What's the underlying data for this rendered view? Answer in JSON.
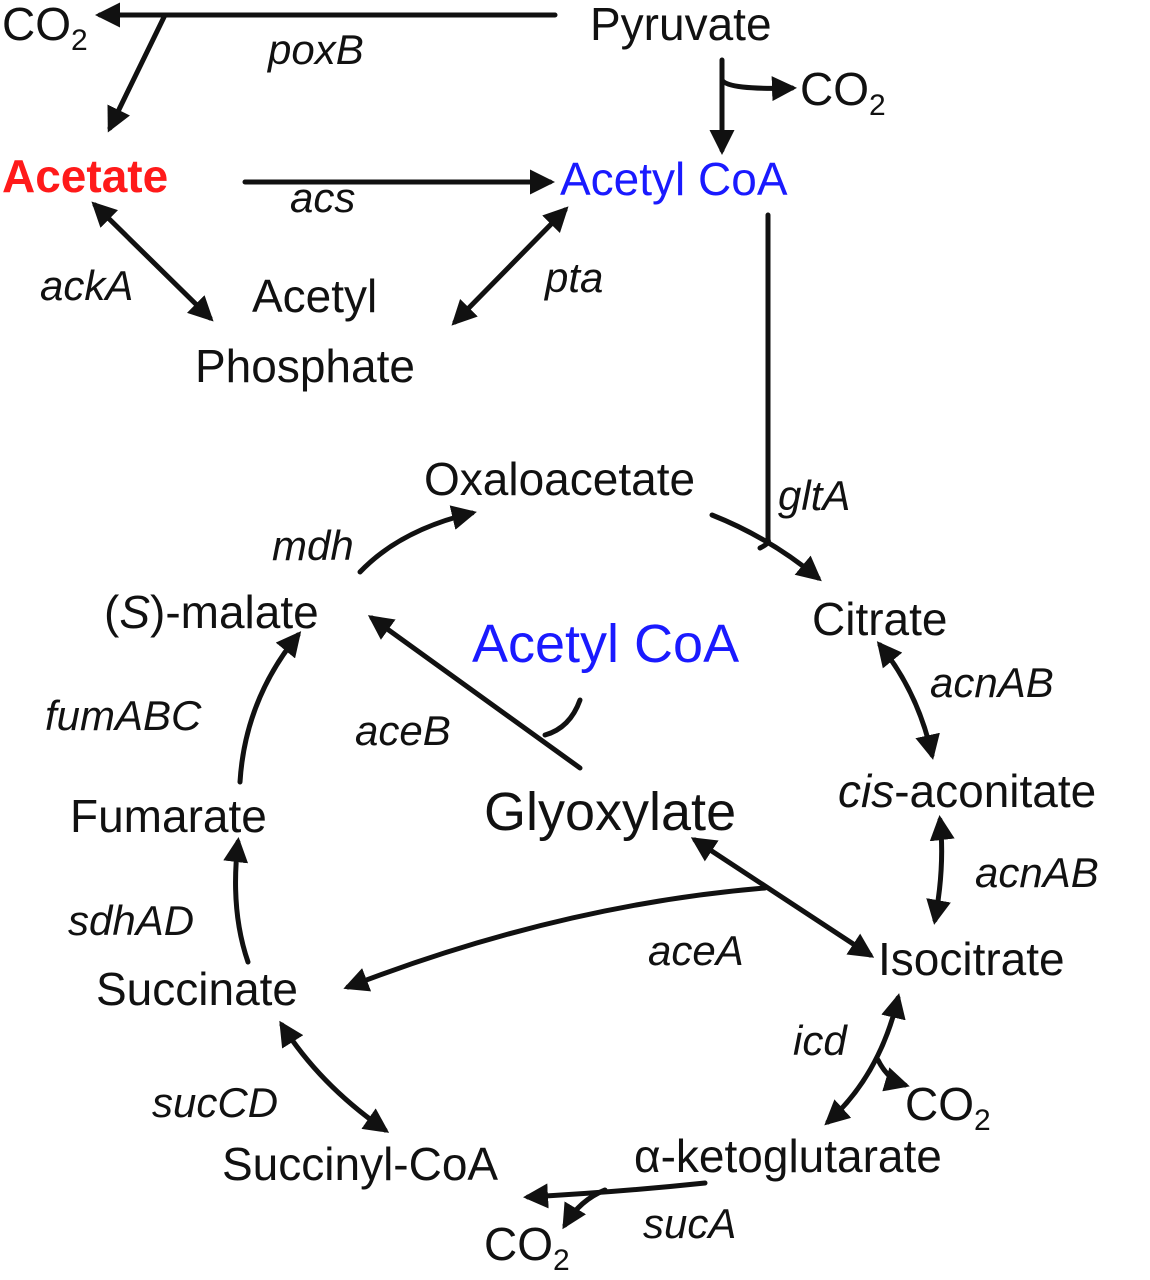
{
  "colors": {
    "acetate": "#ff1a1a",
    "acetyl_coa": "#1a1aff",
    "default": "#111111"
  },
  "metabolites": {
    "pyruvate": "Pyruvate",
    "co2": "CO",
    "co2_sub": "2",
    "acetate": "Acetate",
    "acetyl_coa": "Acetyl CoA",
    "acetyl_phosphate_line1": "Acetyl",
    "acetyl_phosphate_line2": "Phosphate",
    "oxaloacetate": "Oxaloacetate",
    "citrate": "Citrate",
    "malate_open": "(",
    "malate_s": "S",
    "malate_rest": ")-malate",
    "acetyl_coa_2": "Acetyl CoA",
    "glyoxylate": "Glyoxylate",
    "fumarate": "Fumarate",
    "cis_prefix": "cis",
    "cis_rest": "-aconitate",
    "isocitrate": "Isocitrate",
    "succinate": "Succinate",
    "succinyl_coa": "Succinyl-CoA",
    "akg": "α-ketoglutarate"
  },
  "enzymes": {
    "poxB": "poxB",
    "acs": "acs",
    "ackA": "ackA",
    "pta": "pta",
    "gltA": "gltA",
    "mdh": "mdh",
    "acnAB_1": "acnAB",
    "acnAB_2": "acnAB",
    "fumABC": "fumABC",
    "aceB": "aceB",
    "sdhAD": "sdhAD",
    "aceA": "aceA",
    "icd": "icd",
    "sucCD": "sucCD",
    "sucA": "sucA"
  }
}
